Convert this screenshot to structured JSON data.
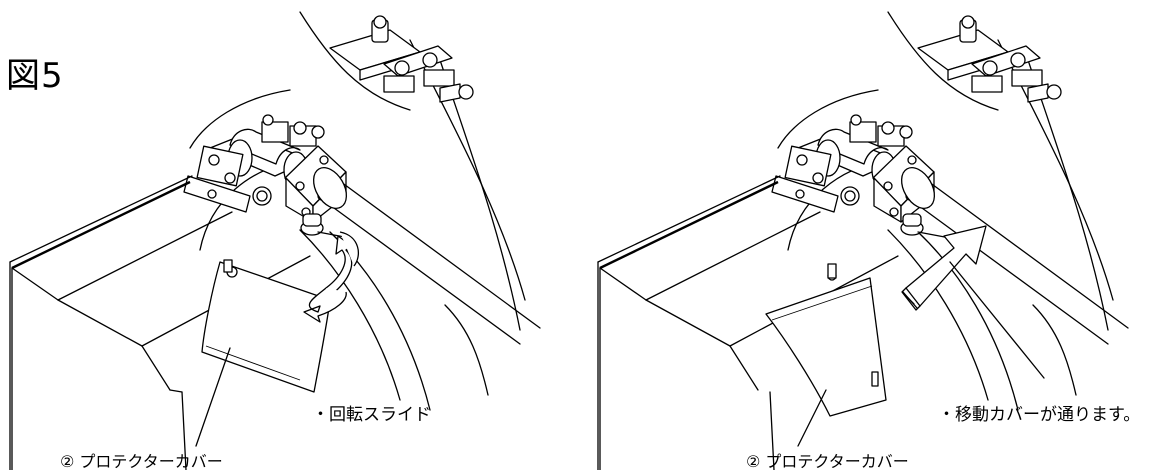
{
  "figure": {
    "title": "図5",
    "left": {
      "part_label": "② プロテクターカバー",
      "note": "・回転スライド"
    },
    "right": {
      "part_label": "② プロテクターカバー",
      "note": "・移動カバーが通ります。"
    }
  },
  "colors": {
    "line": "#000000",
    "background": "#ffffff"
  },
  "icons": [
    "rotate-arrow-icon",
    "move-arrow-icon"
  ]
}
